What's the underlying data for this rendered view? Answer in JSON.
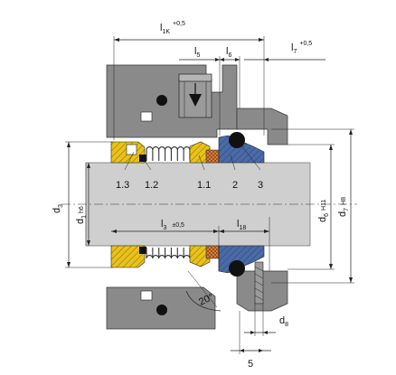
{
  "colors": {
    "housing": "#8a8a8a",
    "housing_dark": "#6e6e6e",
    "shaft": "#cfcfcf",
    "brass": "#e8c21c",
    "seat_blue": "#4a6aa8",
    "orange_ring": "#e67a2a",
    "spring": "#333333"
  },
  "dimensions": {
    "l1k": {
      "base": "l",
      "sub": "1K",
      "sup": "+0,5"
    },
    "l5": {
      "base": "l",
      "sub": "5"
    },
    "l6": {
      "base": "l",
      "sub": "6"
    },
    "l7": {
      "base": "l",
      "sub": "7",
      "sup": "+0,5"
    },
    "l3": {
      "base": "l",
      "sub": "3",
      "sup": "±0,5"
    },
    "l18": {
      "base": "l",
      "sub": "18"
    },
    "d3": {
      "base": "d",
      "sub": "3"
    },
    "d1": {
      "base": "d",
      "sub": "1",
      "tol": "h6"
    },
    "d6": {
      "base": "d",
      "sub": "6",
      "tol": "H11"
    },
    "d7": {
      "base": "d",
      "sub": "7",
      "tol": "H8"
    },
    "d8": {
      "base": "d",
      "sub": "8"
    },
    "dim5": "5",
    "angle": "20°"
  },
  "parts": [
    "1.3",
    "1.2",
    "1.1",
    "2",
    "3"
  ],
  "icons": {
    "flow_arrow": "down-arrow-icon"
  }
}
